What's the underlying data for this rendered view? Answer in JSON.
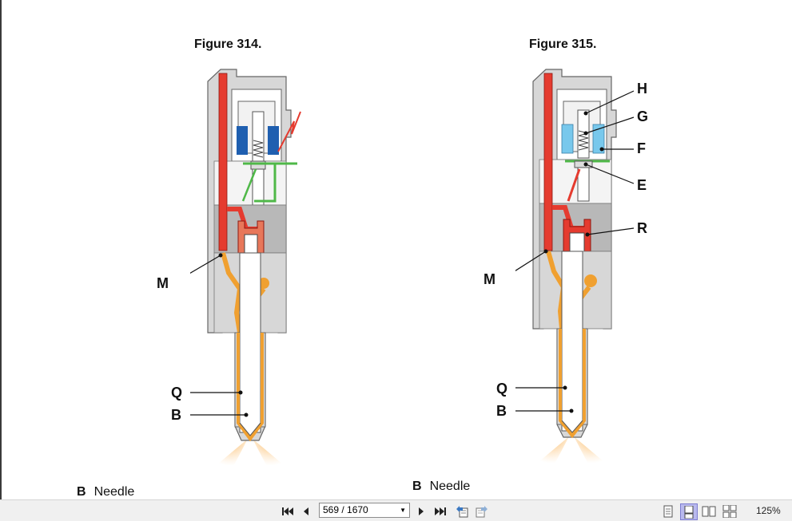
{
  "figures": [
    {
      "title": "Figure 314.",
      "callouts": [
        "M",
        "Q",
        "B"
      ]
    },
    {
      "title": "Figure 315.",
      "callouts": [
        "H",
        "G",
        "F",
        "E",
        "R",
        "M",
        "Q",
        "B"
      ]
    }
  ],
  "legend_left": {
    "letter": "B",
    "text": "Needle"
  },
  "legend_right": {
    "letter": "B",
    "text": "Needle"
  },
  "toolbar": {
    "page_indicator": "569 / 1670",
    "zoom": "125%",
    "icons": [
      "first-page-icon",
      "previous-page-icon",
      "next-page-icon",
      "last-page-icon",
      "go-back-icon",
      "go-forward-icon",
      "single-page-view-icon",
      "continuous-view-icon",
      "facing-view-icon",
      "continuous-facing-view-icon"
    ]
  },
  "colors": {
    "fuel_high_pressure": "#e53b2f",
    "fuel_orange": "#f0a030",
    "return_green": "#4fb848",
    "solenoid_blue": "#1f5fb0",
    "solenoid_light_blue": "#78c8ec",
    "body_gray": "#d0d0d0"
  }
}
